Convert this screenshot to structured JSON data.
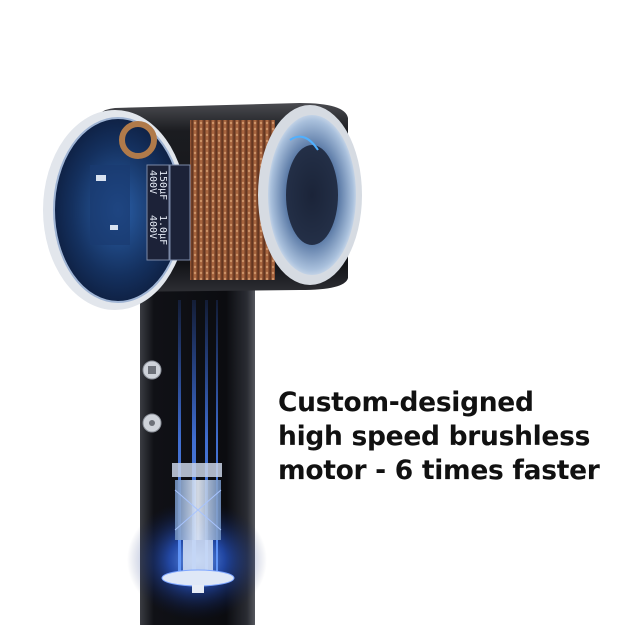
{
  "product": {
    "name": "Hair dryer",
    "illustration": "cutaway view of hair dryer head and handle with internal motor"
  },
  "caption": {
    "lines": [
      "Custom-designed",
      "high speed brushless",
      "motor - 6 times faster"
    ]
  },
  "component_labels": {
    "capacitor_1_value": "150μF",
    "capacitor_1_voltage": "400V",
    "capacitor_2_value": "1.0μF",
    "capacitor_2_voltage": "400V"
  },
  "colors": {
    "body": "#141519",
    "glow_blue": "#2f6bff",
    "copper": "#b0653a",
    "chrome": "#d9dde4",
    "text": "#111111"
  }
}
